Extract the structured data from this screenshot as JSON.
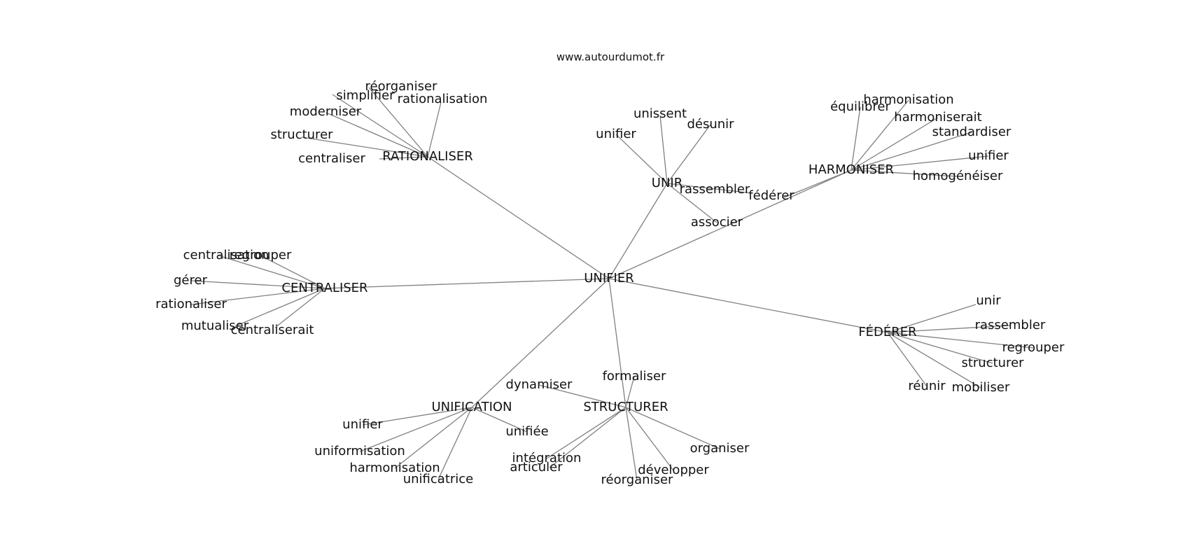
{
  "site": "www.autourdumot.fr",
  "root": "UNIFIER",
  "groups": [
    {
      "hub": "RATIONALISER",
      "words": [
        "réorganiser",
        "simplifier",
        "rationalisation",
        "moderniser",
        "structurer",
        "centraliser"
      ]
    },
    {
      "hub": "UNIR",
      "words": [
        "unissent",
        "désunir",
        "unifier",
        "rassembler",
        "associer"
      ]
    },
    {
      "hub": "HARMONISER",
      "words": [
        "équilibrer",
        "harmonisation",
        "harmoniserait",
        "standardiser",
        "unifier",
        "homogénéiser",
        "fédérer"
      ]
    },
    {
      "hub": "CENTRALISER",
      "words": [
        "centralisation",
        "regrouper",
        "gérer",
        "rationaliser",
        "mutualiser",
        "centraliserait"
      ]
    },
    {
      "hub": "FÉDÉRER",
      "words": [
        "unir",
        "rassembler",
        "regrouper",
        "structurer",
        "réunir",
        "mobiliser"
      ]
    },
    {
      "hub": "UNIFICATION",
      "words": [
        "unifier",
        "uniformisation",
        "harmonisation",
        "unificatrice",
        "unifiée"
      ]
    },
    {
      "hub": "STRUCTURER",
      "words": [
        "formaliser",
        "dynamiser",
        "intégration",
        "articuler",
        "réorganiser",
        "développer",
        "organiser"
      ]
    }
  ]
}
